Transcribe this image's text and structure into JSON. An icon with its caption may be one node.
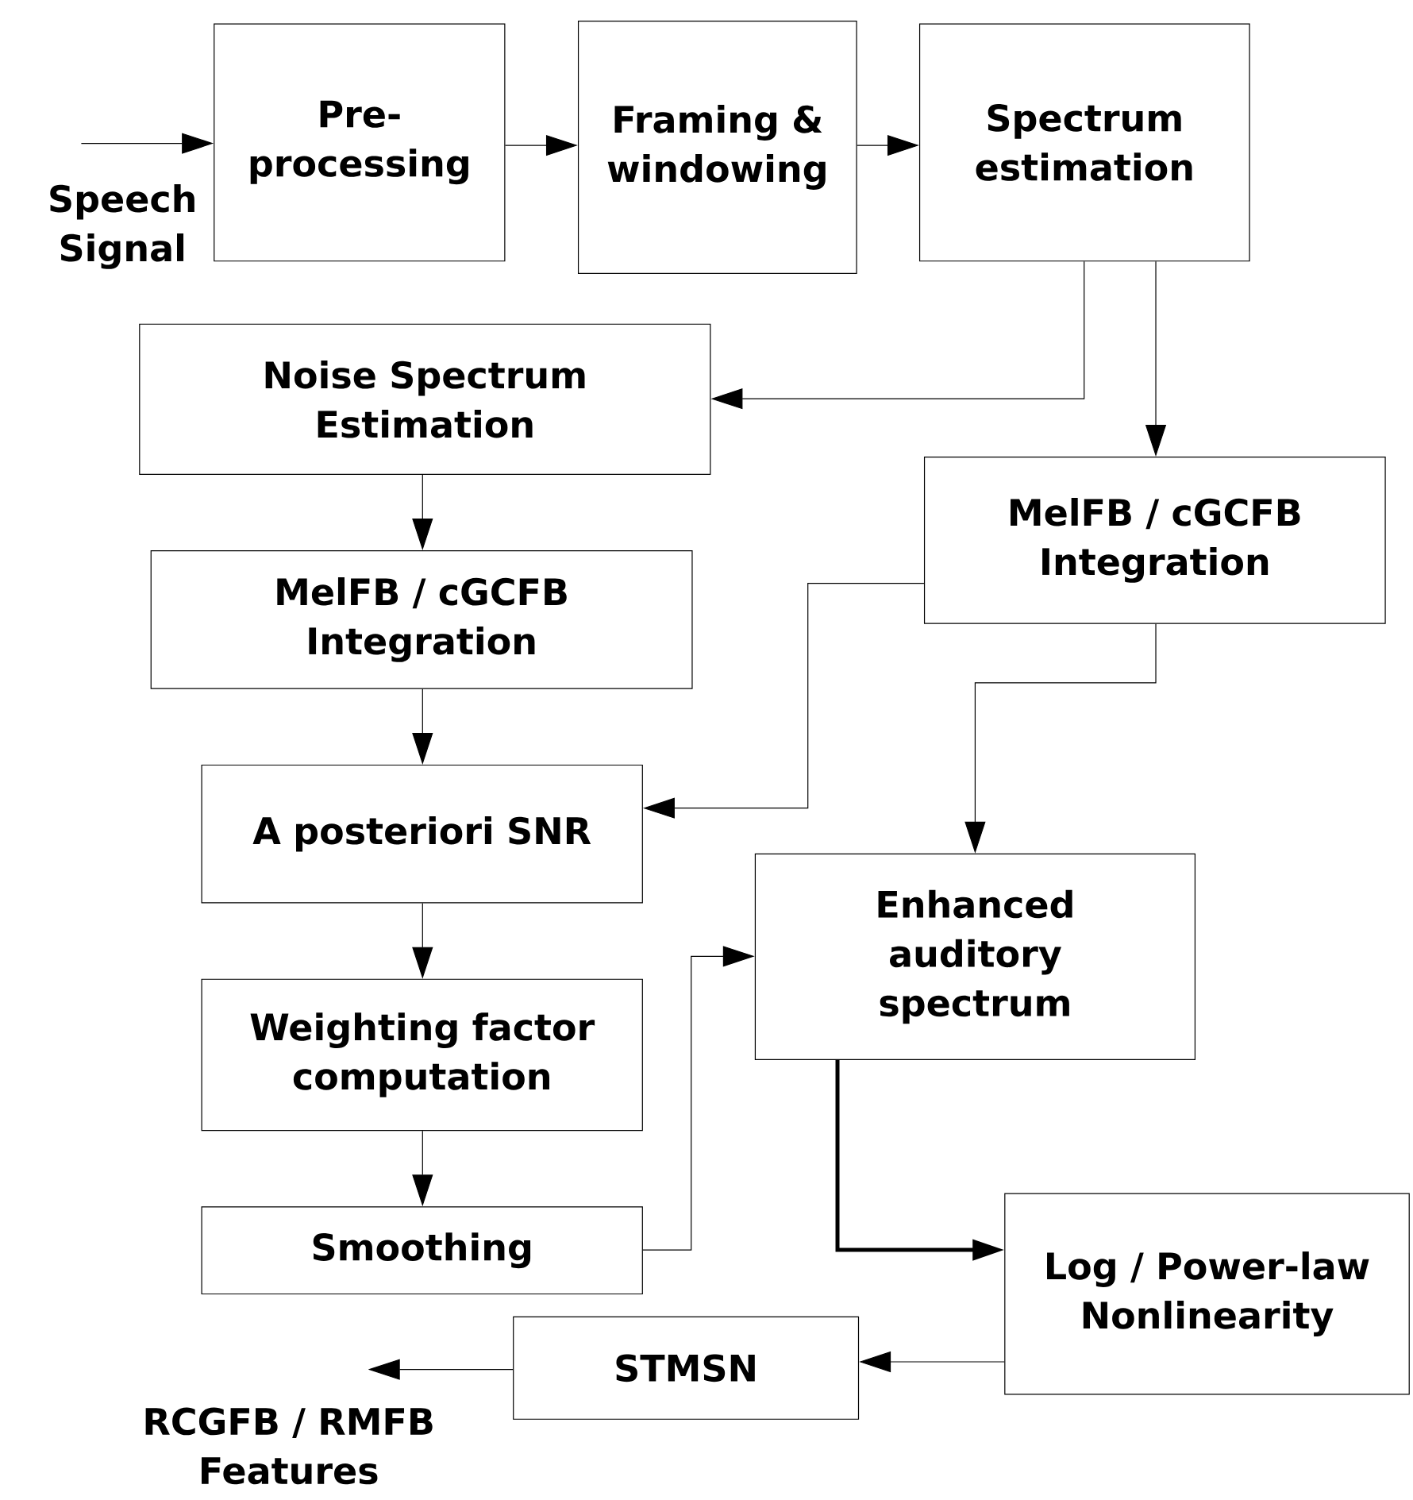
{
  "diagram": {
    "nodes": [
      {
        "text": [
          "Pre- processing"
        ]
      },
      {
        "text": [
          "Framing & windowing"
        ]
      },
      {
        "text": [
          "Spectrum estimation"
        ]
      },
      {
        "text": [
          "Noise Spectrum Estimation"
        ]
      },
      {
        "text": [
          "MelFB / cGCFB Integration"
        ]
      },
      {
        "text": [
          "MelFB / cGCFB Integration"
        ]
      },
      {
        "text": [
          "A posteriori SNR"
        ]
      },
      {
        "text": [
          "Weighting factor computation"
        ]
      },
      {
        "text": [
          "Smoothing"
        ]
      },
      {
        "text": [
          "Enhanced auditory spectrum"
        ]
      },
      {
        "text": [
          "Log / Power-law Nonlinearity"
        ]
      },
      {
        "text": [
          "STMSN"
        ]
      }
    ],
    "edges": [
      {
        "from": null,
        "to": 0,
        "arrow": "to"
      },
      {
        "from": 0,
        "to": 1,
        "arrow": "to"
      },
      {
        "from": 1,
        "to": 2,
        "arrow": "to"
      },
      {
        "from": 2,
        "to": 3,
        "arrow": "to"
      },
      {
        "from": 2,
        "to": 4,
        "arrow": "to"
      },
      {
        "from": 3,
        "to": 5,
        "arrow": "to"
      },
      {
        "from": 5,
        "to": 6,
        "arrow": "to"
      },
      {
        "from": 4,
        "to": 6,
        "arrow": "to"
      },
      {
        "from": 4,
        "to": 9,
        "arrow": "to"
      },
      {
        "from": 6,
        "to": 7,
        "arrow": "to"
      },
      {
        "from": 7,
        "to": 8,
        "arrow": "to"
      },
      {
        "from": 8,
        "to": 9,
        "arrow": "to"
      },
      {
        "from": 9,
        "to": 10,
        "arrow": "to",
        "style": "thick"
      },
      {
        "from": 10,
        "to": 11,
        "arrow": "to"
      },
      {
        "from": 11,
        "to": null,
        "arrow": "to"
      }
    ],
    "labels": [
      "Speech Signal",
      "RCGFB / RMFB Features"
    ]
  }
}
